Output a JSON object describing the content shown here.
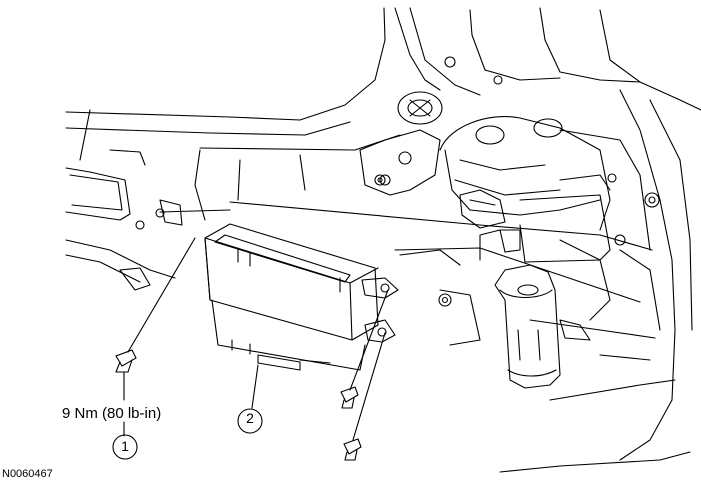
{
  "labels": {
    "torque_spec": "9 Nm (80 lb-in)",
    "callout_1": "1",
    "callout_2": "2",
    "figure_id": "N0060467"
  }
}
